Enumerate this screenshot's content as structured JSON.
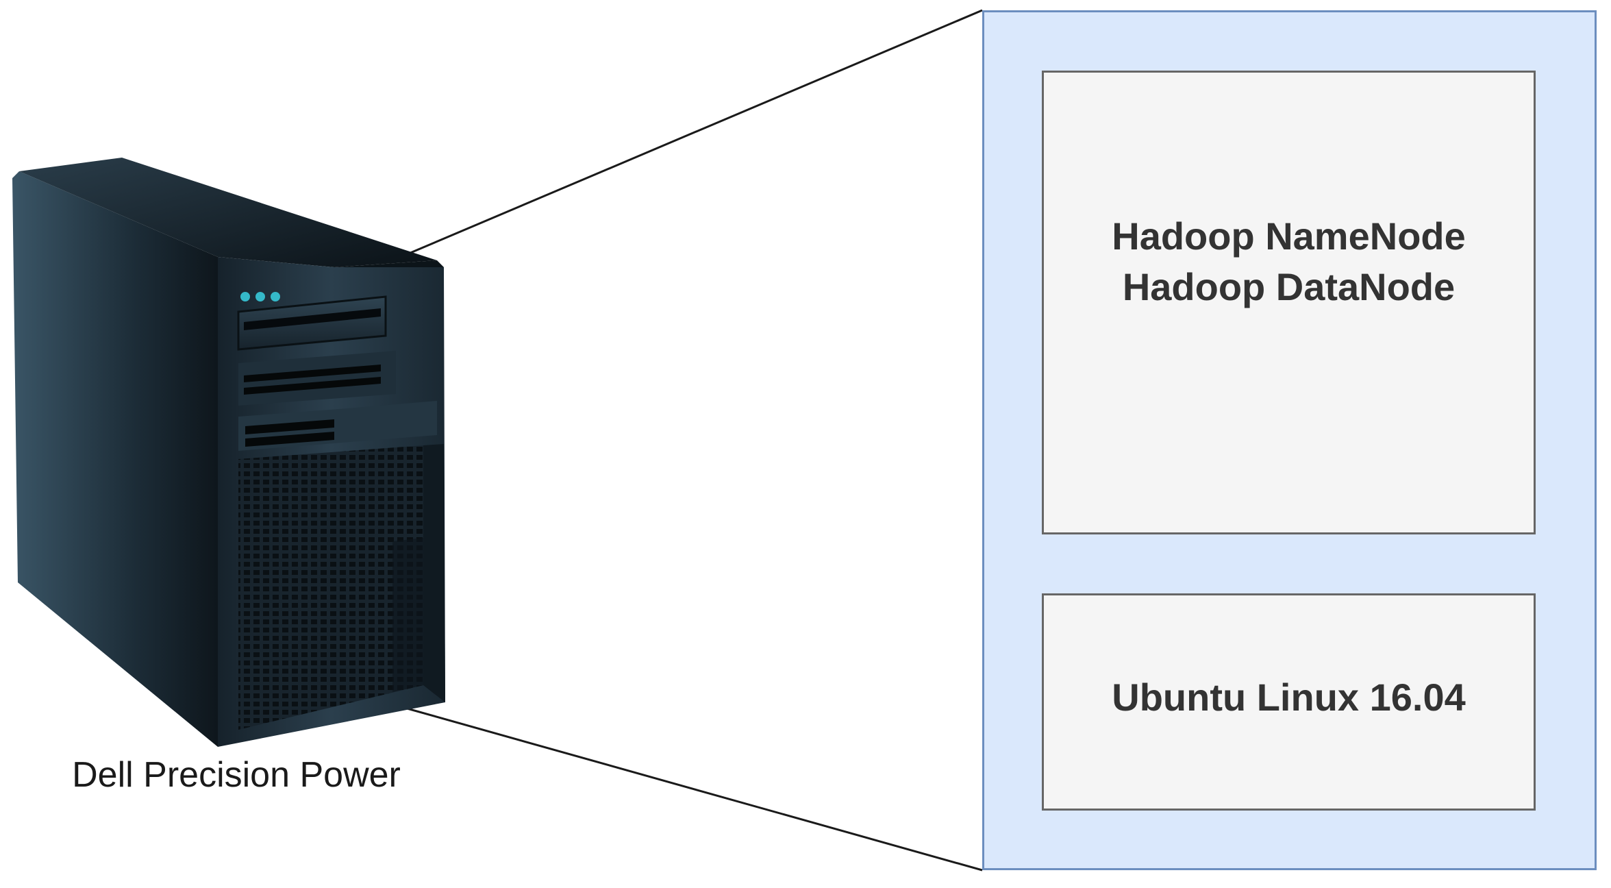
{
  "server": {
    "label": "Dell Precision Power",
    "icon": "tower-server-icon"
  },
  "container": {
    "fill_color": "#dae8fc",
    "stroke_color": "#6c8ebf"
  },
  "boxes": {
    "services": {
      "line1": "Hadoop NameNode",
      "line2": "Hadoop DataNode"
    },
    "os": {
      "label": "Ubuntu Linux 16.04"
    },
    "fill_color": "#f5f5f5",
    "stroke_color": "#666666"
  }
}
